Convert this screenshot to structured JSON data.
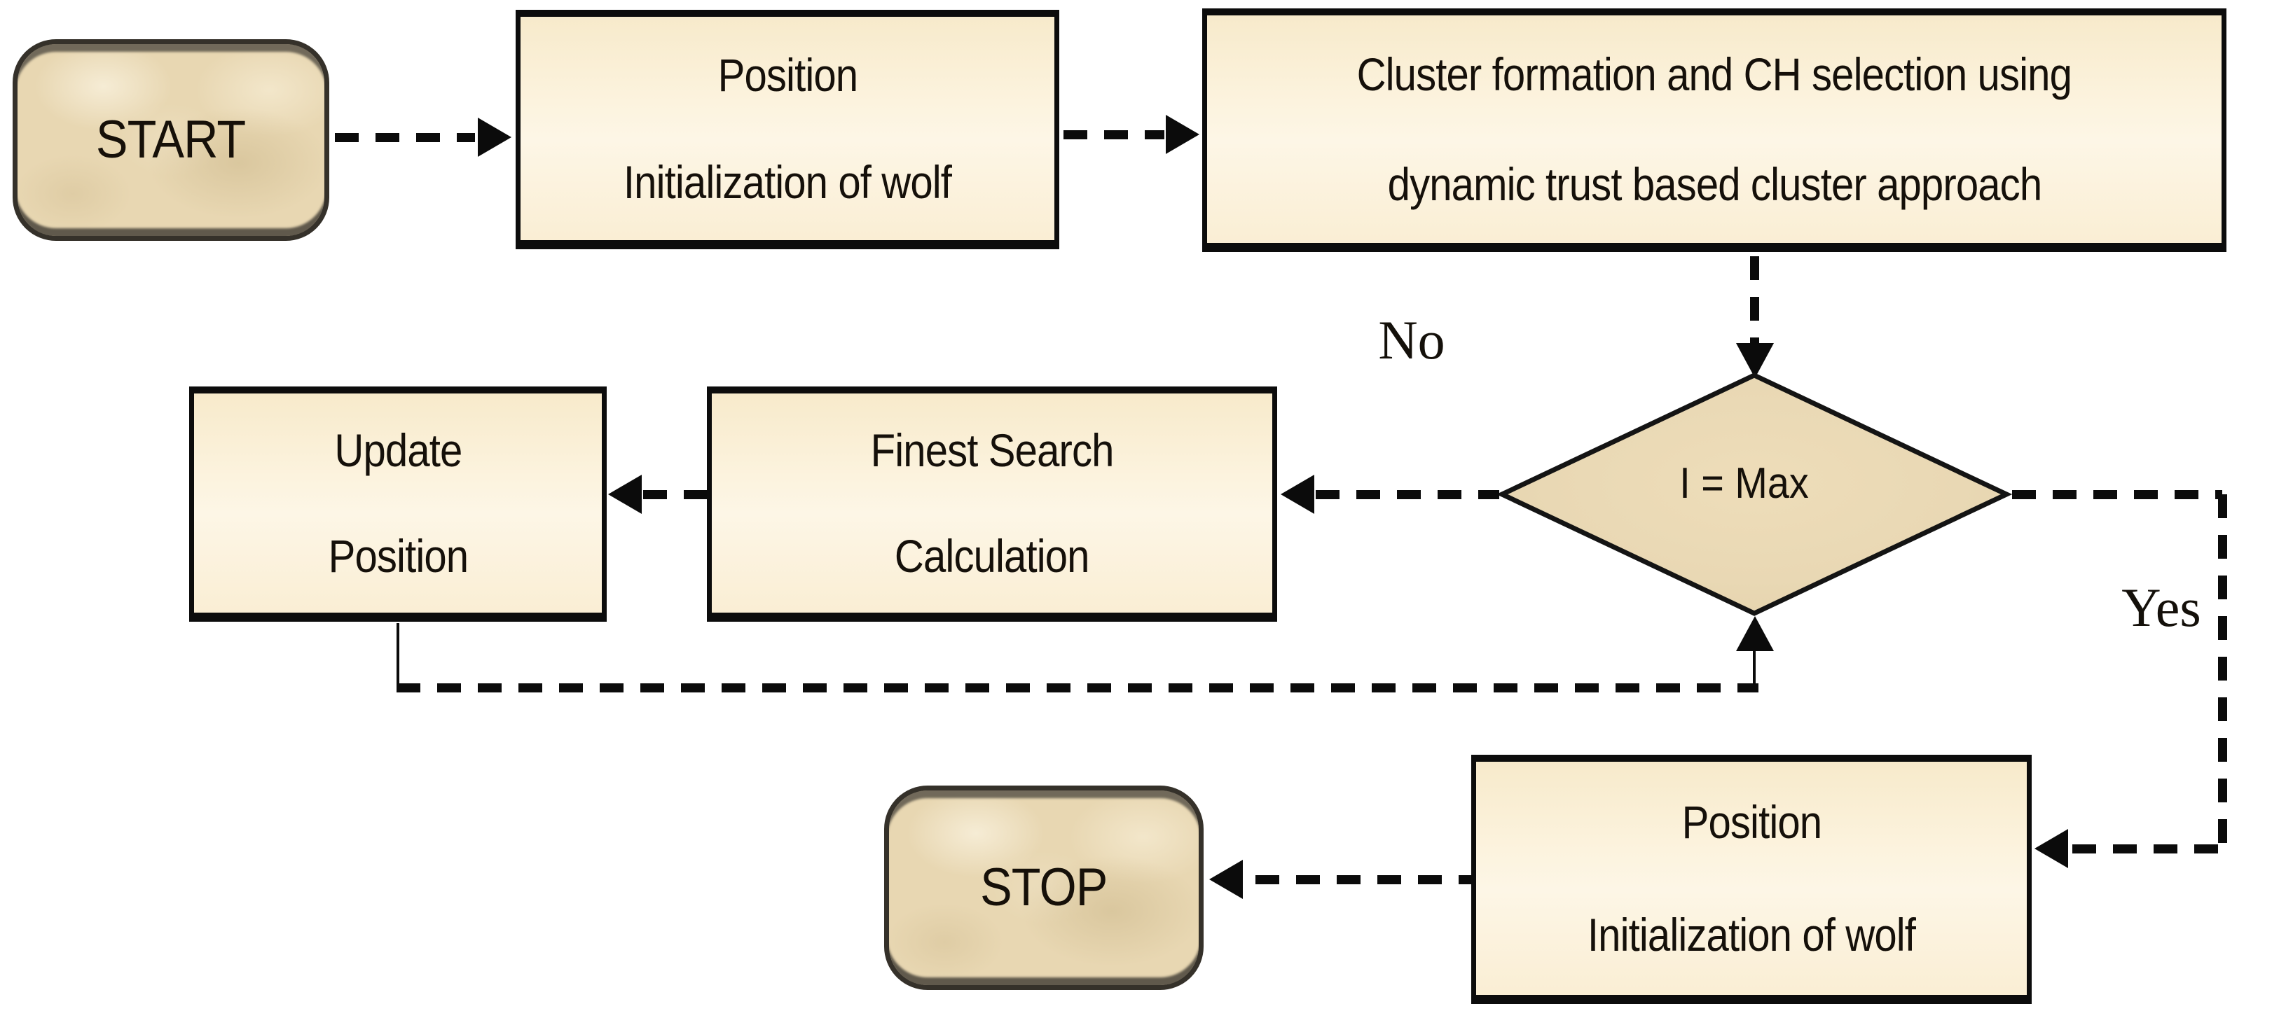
{
  "diagram": {
    "type": "flowchart",
    "nodes": {
      "start": {
        "label": "START"
      },
      "position_init_top": {
        "line1": "Position",
        "line2": "Initialization of wolf"
      },
      "cluster_formation": {
        "line1": "Cluster formation and CH selection using",
        "line2": "dynamic trust based cluster approach"
      },
      "decision": {
        "label": "I = Max"
      },
      "finest_search": {
        "line1": "Finest Search",
        "line2": "Calculation"
      },
      "update_position": {
        "line1": "Update",
        "line2": "Position"
      },
      "position_init_bottom": {
        "line1": "Position",
        "line2": "Initialization of wolf"
      },
      "stop": {
        "label": "STOP"
      }
    },
    "edge_labels": {
      "no": "No",
      "yes": "Yes"
    },
    "colors": {
      "background": "#ffffff",
      "process_fill": "#fbeed3",
      "terminator_fill": "#e8d7b2",
      "decision_fill": "#e9d8b4",
      "line_color": "#0b0b0b",
      "process_border": "#0c0c0c",
      "terminator_border": "#35312a",
      "text_color": "#15100a"
    }
  }
}
